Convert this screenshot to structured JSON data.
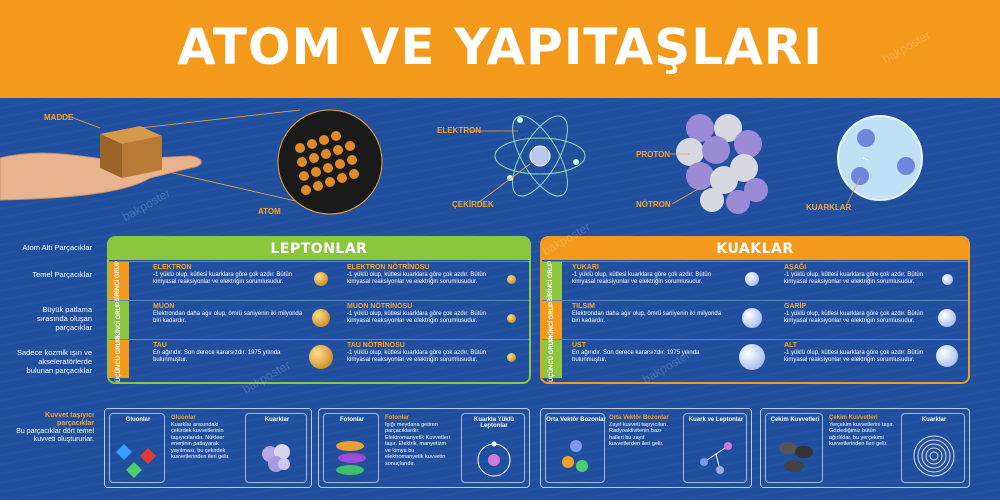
{
  "title": "ATOM VE YAPITAŞLARI",
  "colors": {
    "orange": "#f39a1d",
    "green": "#8cc63f",
    "blue": "#1f4f9e"
  },
  "top_labels": {
    "madde": "MADDE",
    "atom": "ATOM",
    "elektron": "ELEKTRON",
    "cekirdek": "ÇEKİRDEK",
    "proton": "PROTON",
    "notron": "NÖTRON",
    "kuarklar": "KUARKLAR"
  },
  "side_labels": {
    "s1": "Atom Altı Parçacıklar",
    "s2": "Temel Parçacıklar",
    "s3": "Büyük patlama sırasında oluşan parçacıklar",
    "s4": "Sadece kozmik ışın ve akseleratörlerde bulunan parçacıklar"
  },
  "groups": [
    "BİRİNCİ GRUP",
    "İKİNCİ GRUP",
    "ÜÇÜNCÜ GRUP"
  ],
  "leptonlar": {
    "title": "LEPTONLAR",
    "rows": [
      [
        {
          "name": "ELEKTRON",
          "text": "-1 yüklü olup, kütlesi kuarklara göre çok azdır. Bütün kimyasal reaksiyonlar ve elektriğin sorumlusudur."
        },
        {
          "name": "ELEKTRON NÖTRİNOSU",
          "text": "-1 yüklü olup, kütlesi kuarklara göre çok azdır. Bütün kimyasal reaksiyonlar ve elektriğin sorumlusudur."
        }
      ],
      [
        {
          "name": "MUON",
          "text": "Elektrondan daha ağır olup, ömrü saniyenin iki milyonda biri kadardır."
        },
        {
          "name": "MUON NÖTRİNOSU",
          "text": "-1 yüklü olup, kütlesi kuarklara göre çok azdır. Bütün kimyasal reaksiyonlar ve elektriğin sorumlusudur."
        }
      ],
      [
        {
          "name": "TAU",
          "text": "En ağırıdır. Son derece kararsızdır. 1975 yılında bulunmuştur."
        },
        {
          "name": "TAU NÖTRİNOSU",
          "text": "-1 yüklü olup, kütlesi kuarklara göre çok azdır. Bütün kimyasal reaksiyonlar ve elektriğin sorumlusudur."
        }
      ]
    ]
  },
  "kuaklar": {
    "title": "KUAKLAR",
    "rows": [
      [
        {
          "name": "YUKARI",
          "text": "-1 yüklü olup, kütlesi kuarklara göre çok azdır. Bütün kimyasal reaksiyonlar ve elektriğin sorumlusudur."
        },
        {
          "name": "AŞAĞI",
          "text": "-1 yüklü olup, kütlesi kuarklara göre çok azdır. Bütün kimyasal reaksiyonlar ve elektriğin sorumlusudur."
        }
      ],
      [
        {
          "name": "TILSIM",
          "text": "Elektrondan daha ağır olup, ömrü saniyenin iki milyonda biri kadardır."
        },
        {
          "name": "GARİP",
          "text": "-1 yüklü olup, kütlesi kuarklara göre çok azdır. Bütün kimyasal reaksiyonlar ve elektriğin sorumlusudur."
        }
      ],
      [
        {
          "name": "ÜST",
          "text": "En ağırıdır. Son derece kararsızdır. 1975 yılında bulunmuştur."
        },
        {
          "name": "ALT",
          "text": "-1 yüklü olup, kütlesi kuarklara göre çok azdır. Bütün kimyasal reaksiyonlar ve elektriğin sorumlusudur."
        }
      ]
    ]
  },
  "kuvvet": {
    "title": "Kuvvet taşıyıcı parçacıklar",
    "text": "Bu parçacıklar dört temel kuvveti oluştururlar."
  },
  "boxes": {
    "gluonlar": {
      "label": "Gluonlar",
      "name": "Gluonlar",
      "text": "Kuarklar arasındaki çekirdek kuvvetlerinin taşıyıcılarıdır. Nükleer enerjinin patlayarak yayılması, bu çekirdek kuvvetlerinden ileri gelir."
    },
    "kuarklar1": {
      "label": "Kuarklar"
    },
    "fotonlar": {
      "label": "Fotonlar",
      "name": "Fotonlar",
      "text": "Işığı meydana getiren parçacıklardır. Elektromanyetik Kuvvetleri taşır. Elektrik, manyetizm ve kimya bu elektromanyetik kuvvetin sonuçlarıdır."
    },
    "kuarklayuklu": {
      "label": "Kuarkla Yüklü Leptonlar"
    },
    "ortavektor": {
      "label": "Orta Vektör Bozonlar",
      "name": "Orta Vektör Bozonlar",
      "text": "Zayıf kuvveti taşıyıcıları. Radyoaktivitenin bazı halleri bu zayıf kuvvetlerden ileri gelir."
    },
    "kuarkvelepton": {
      "label": "Kuark ve Leptonlar"
    },
    "cekim": {
      "label": "Çekim Kuvvetleri",
      "name": "Çekim Kuvvetleri",
      "text": "Yerçekim kuvvetlerini taşır. Gözlediğimiz bütün ağırlıklar, bu yerçekimi kuvvetlerinden ileri gelir."
    },
    "kuarklar2": {
      "label": "Kuarklar"
    }
  },
  "watermark": "bakposter"
}
